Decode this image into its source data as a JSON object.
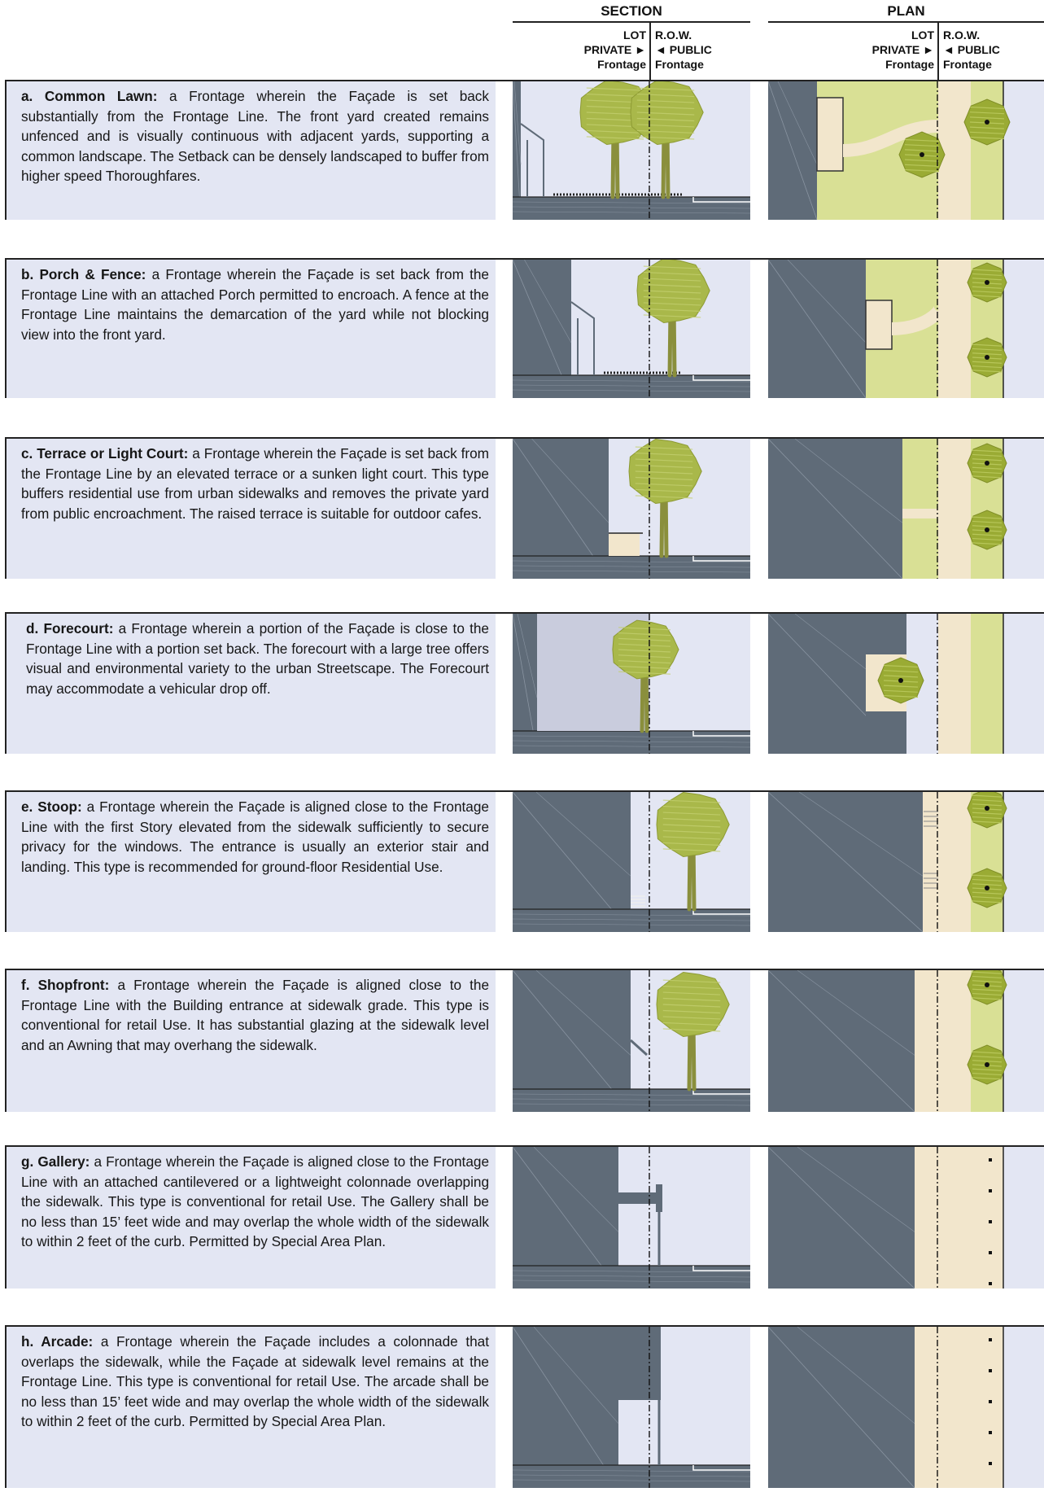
{
  "header": {
    "section_title": "SECTION",
    "plan_title": "PLAN",
    "lot": "LOT",
    "private": "PRIVATE ►",
    "frontage": "Frontage",
    "row": "R.O.W.",
    "public": "◄ PUBLIC"
  },
  "colors": {
    "building": "#5f6b78",
    "sky": "#e3e6f3",
    "lawn": "#d9e095",
    "sidewalk": "#f2e6cc",
    "tree": "#a9b84a",
    "trunk": "#8a8f3c"
  },
  "rows": [
    {
      "id": "a",
      "label": "a. Common Lawn:",
      "text": " a Frontage wherein the Façade is set back substantially from the Frontage Line. The front yard created remains unfenced and is visually continuous with adjacent yards, supporting a common landscape. The Setback can be densely landscaped to buffer from higher speed Thoroughfares."
    },
    {
      "id": "b",
      "label": "b. Porch & Fence:",
      "text": " a Frontage wherein the Façade is set back from the Frontage Line with an attached Porch permitted to encroach. A fence at the Frontage Line maintains the demarcation of the yard while not blocking view into the front yard."
    },
    {
      "id": "c",
      "label": "c. Terrace or Light Court:",
      "text": " a Frontage wherein the Façade is set back from the Frontage Line by an elevated terrace or a sunken light court. This type buffers residential use from urban sidewalks and removes the private yard from public encroachment. The raised terrace is suitable for outdoor cafes."
    },
    {
      "id": "d",
      "label": "d. Forecourt:",
      "text": " a Frontage wherein a portion of the Façade is close to the Frontage Line with a portion set back. The forecourt with a large tree offers visual and environmental variety to the urban Streetscape. The Forecourt may accommodate a vehicular drop off."
    },
    {
      "id": "e",
      "label": "e. Stoop:",
      "text": " a Frontage wherein the Façade is aligned close to the Frontage Line with the first Story elevated from the sidewalk sufficiently to secure privacy for the windows. The entrance is usually an exterior stair and landing. This type is recommended for ground-floor Residential Use."
    },
    {
      "id": "f",
      "label": "f. Shopfront:",
      "text": " a Frontage wherein the Façade is aligned close to the Frontage Line with the Building entrance at sidewalk grade. This type is conventional for retail Use. It has substantial glazing at the sidewalk level and an Awning that may overhang the sidewalk."
    },
    {
      "id": "g",
      "label": "g. Gallery:",
      "text": " a Frontage wherein the Façade is aligned close to the Frontage Line with an attached cantilevered or a lightweight colonnade overlapping the sidewalk. This type is conventional for retail Use. The Gallery shall be no less than 15’ feet wide and may overlap the whole width of the sidewalk to within 2 feet of the curb. Permitted by Special Area Plan."
    },
    {
      "id": "h",
      "label": "h. Arcade:",
      "text": " a Frontage wherein the Façade includes a colonnade that overlaps the sidewalk, while the Façade at sidewalk level remains at the Frontage Line. This type is conventional for retail Use. The arcade shall be no less than 15’ feet wide and may overlap the whole width of the sidewalk to within 2 feet of the curb. Permitted by Special Area Plan."
    }
  ]
}
